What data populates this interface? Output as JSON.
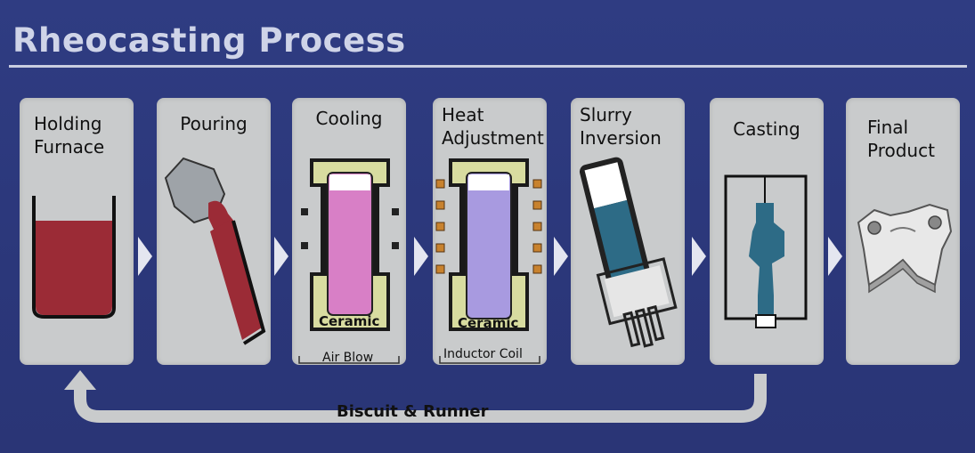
{
  "title": "Rheocasting Process",
  "steps": [
    {
      "label_line1": "Holding",
      "label_line2": "Furnace"
    },
    {
      "label_line1": "Pouring",
      "label_line2": ""
    },
    {
      "label_line1": "Cooling",
      "label_line2": ""
    },
    {
      "label_line1": "Heat",
      "label_line2": "Adjustment"
    },
    {
      "label_line1": "Slurry",
      "label_line2": "Inversion"
    },
    {
      "label_line1": "Casting",
      "label_line2": ""
    },
    {
      "label_line1": "Final",
      "label_line2": "Product"
    }
  ],
  "annotations": {
    "ceramic_1": "Ceramic",
    "air_blow": "Air Blow",
    "ceramic_2": "Ceramic",
    "inductor_coil": "Inductor Coil"
  },
  "return_flow": "Biscuit & Runner"
}
